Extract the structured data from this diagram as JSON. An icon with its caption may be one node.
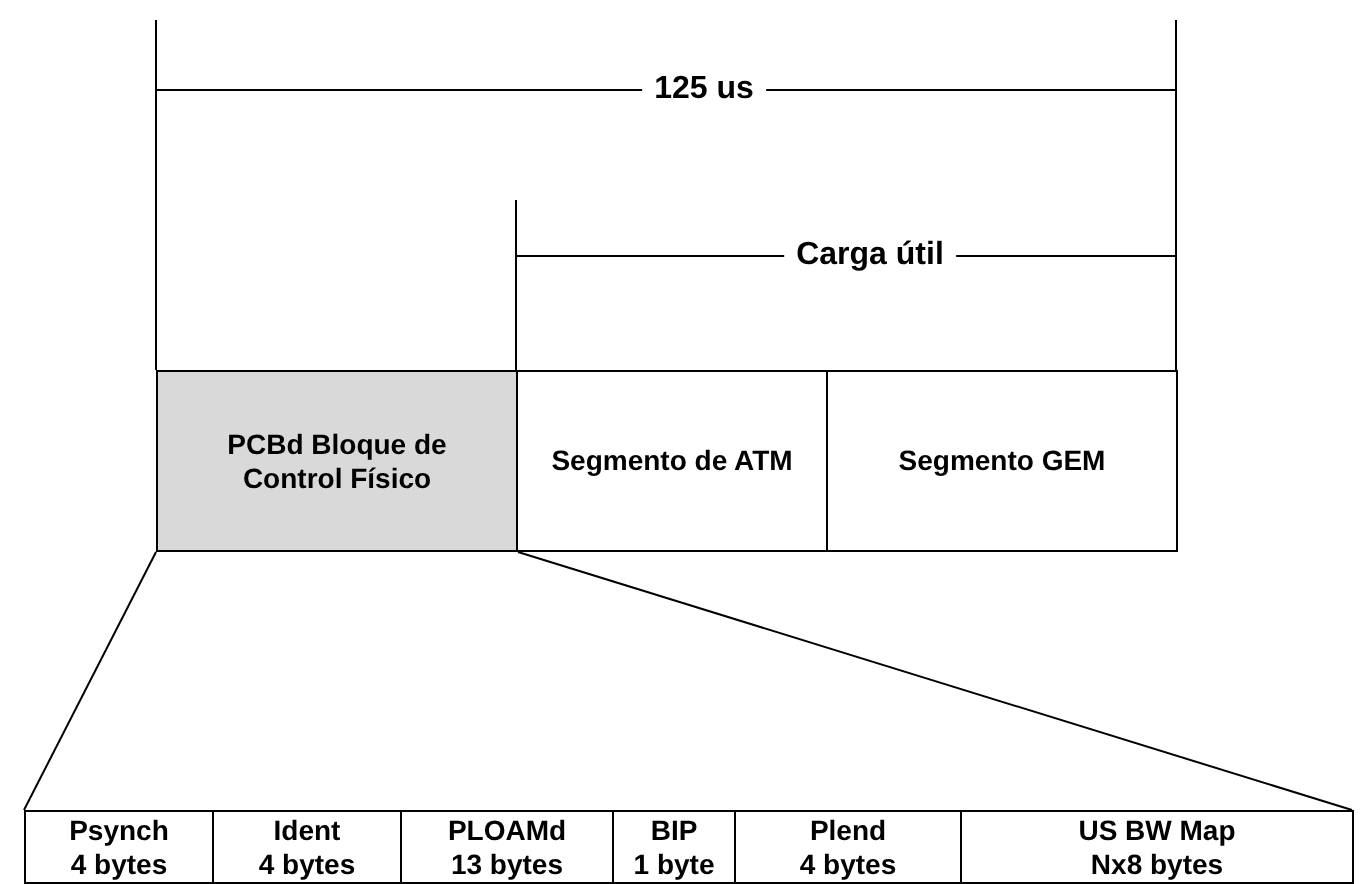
{
  "diagram": {
    "nodes": [
      {
        "text": [
          "PCBd Bloque de Control Físico"
        ]
      },
      {
        "text": [
          "Segmento de ATM"
        ]
      },
      {
        "text": [
          "Segmento GEM"
        ]
      },
      {
        "text": [],
        "shape": "bar"
      },
      {
        "text": [
          "Psynch",
          "4 bytes"
        ],
        "in": 3
      },
      {
        "text": [
          "Ident",
          "4 bytes"
        ],
        "in": 3
      },
      {
        "text": [
          "PLOAMd",
          "13 bytes"
        ],
        "in": 3
      },
      {
        "text": [
          "BIP",
          "1 byte"
        ],
        "in": 3
      },
      {
        "text": [
          "Plend",
          "4 bytes"
        ],
        "in": 3
      },
      {
        "text": [
          "US BW Map",
          "Nx8 bytes"
        ],
        "in": 3
      }
    ],
    "edges": [
      {
        "from": 0,
        "to": 3,
        "arrow": "none"
      },
      {
        "from": 0,
        "to": 3,
        "arrow": "none"
      }
    ],
    "labels": [
      "125 us",
      "Carga útil"
    ]
  }
}
